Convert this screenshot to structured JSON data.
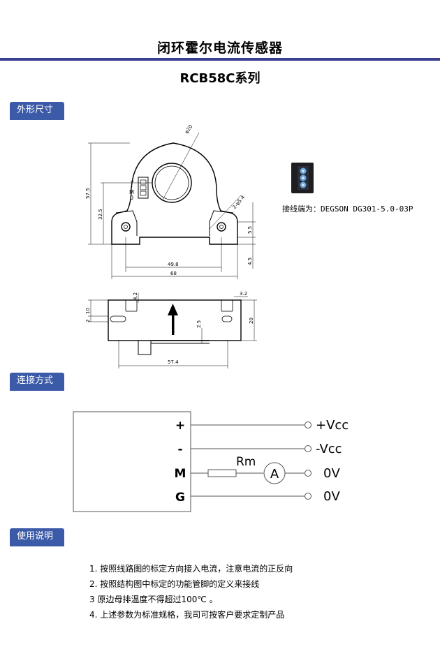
{
  "header": {
    "title": "闭环霍尔电流传感器",
    "subtitle": "RCB58C系列",
    "rule_color": "#3a3f93"
  },
  "sections": {
    "dimensions": {
      "label": "外形尺寸"
    },
    "wiring": {
      "label": "连接方式"
    },
    "usage": {
      "label": "使用说明"
    }
  },
  "section_color": "#3b5aa8",
  "dimensions": {
    "front_view": {
      "dims": [
        "φ20",
        "57.5",
        "32.5",
        "2-φ5.4",
        "5.5",
        "49.8",
        "68",
        "4.5"
      ],
      "pin_labels": [
        "+",
        "-",
        "M",
        "0"
      ]
    },
    "side_view": {
      "dims": [
        "10",
        "2",
        "4.2",
        "2.5",
        "3.2",
        "20",
        "57.4"
      ]
    },
    "connector": {
      "caption": "接线端为：DEGSON DG301-5.0-03P",
      "icon": "terminal-block-icon"
    }
  },
  "wiring": {
    "pins": [
      {
        "label": "+",
        "terminal": "+Vcc"
      },
      {
        "label": "-",
        "terminal": "-Vcc"
      },
      {
        "label": "M",
        "terminal": "0V"
      },
      {
        "label": "G",
        "terminal": "0V"
      }
    ],
    "resistor_label": "Rm",
    "meter_label": "A"
  },
  "usage": {
    "items": [
      "1.  按照线路图的标定方向接入电流，注意电流的正反向",
      "2.  按照结构图中标定的功能管脚的定义来接线",
      "3   原边母排温度不得超过100℃  。",
      "4.  上述参数为标准规格，我司可按客户要求定制产品"
    ]
  }
}
